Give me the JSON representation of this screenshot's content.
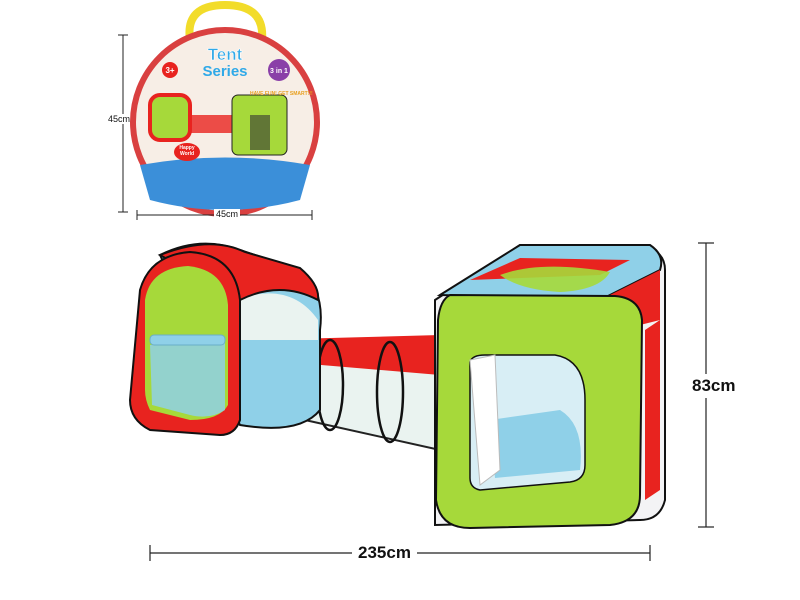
{
  "package": {
    "brand_logo": "Tent Series",
    "age_badge": "3+",
    "variant_badge": "3 in 1",
    "slogan": "HAVE FUN! GET SMART!!!",
    "sticker": "Happy World"
  },
  "dimensions": {
    "package_height": "45cm",
    "package_width": "45cm",
    "tent_height": "83cm",
    "tent_length": "235cm"
  },
  "colors": {
    "red": "#e8231f",
    "green": "#a6d93a",
    "blue": "#8fd0e8",
    "handle": "#f2dc2a"
  }
}
